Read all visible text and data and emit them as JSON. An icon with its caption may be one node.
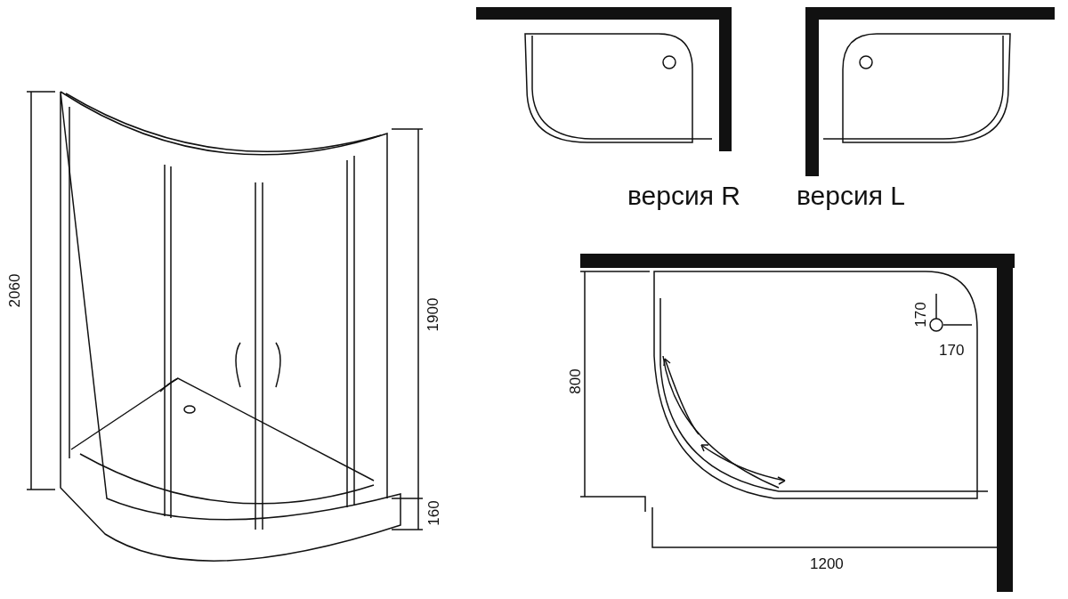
{
  "diagram": {
    "labels": [
      "версия R",
      "версия L",
      "2060",
      "1900",
      "170",
      "170",
      "800",
      "160",
      "1200"
    ]
  }
}
